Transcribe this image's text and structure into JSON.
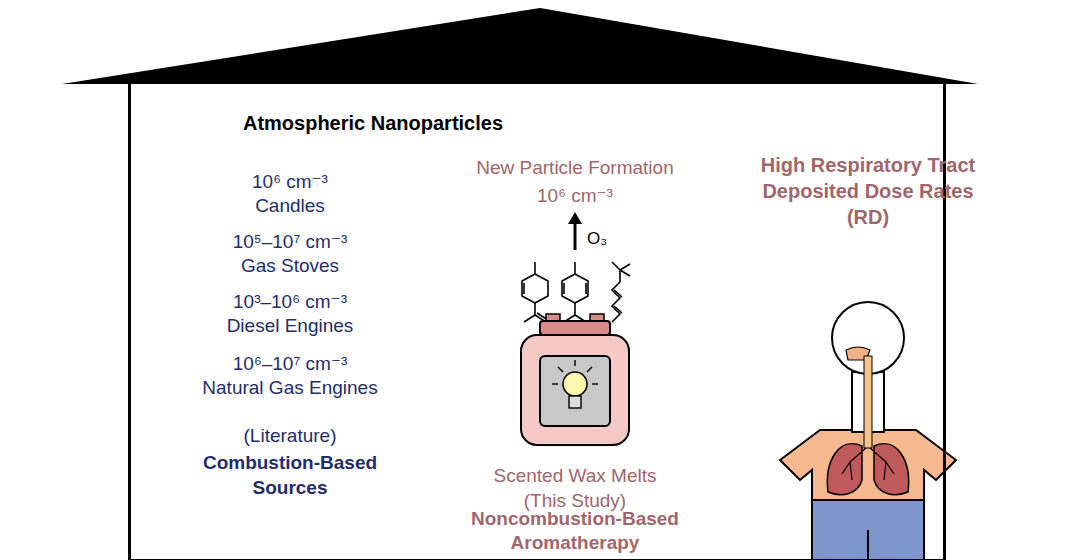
{
  "diagram": {
    "nodes": [
      {
        "text": [
          "Atmospheric Nanoparticles"
        ]
      }
    ],
    "labels": [
      "10⁶ cm⁻³",
      "Candles",
      "10⁵–10⁷ cm⁻³",
      "Gas Stoves",
      "10³–10⁶ cm⁻³",
      "Diesel Engines",
      "10⁶–10⁷ cm⁻³",
      "Natural Gas Engines",
      "(Literature)",
      "Combustion-Based Sources",
      "New Particle Formation",
      "10⁶ cm⁻³",
      "O₃",
      "Scented Wax Melts (This Study)",
      "Noncombustion-Based Aromatherapy",
      "High Respiratory Tract Deposited Dose Rates (RD)"
    ]
  }
}
